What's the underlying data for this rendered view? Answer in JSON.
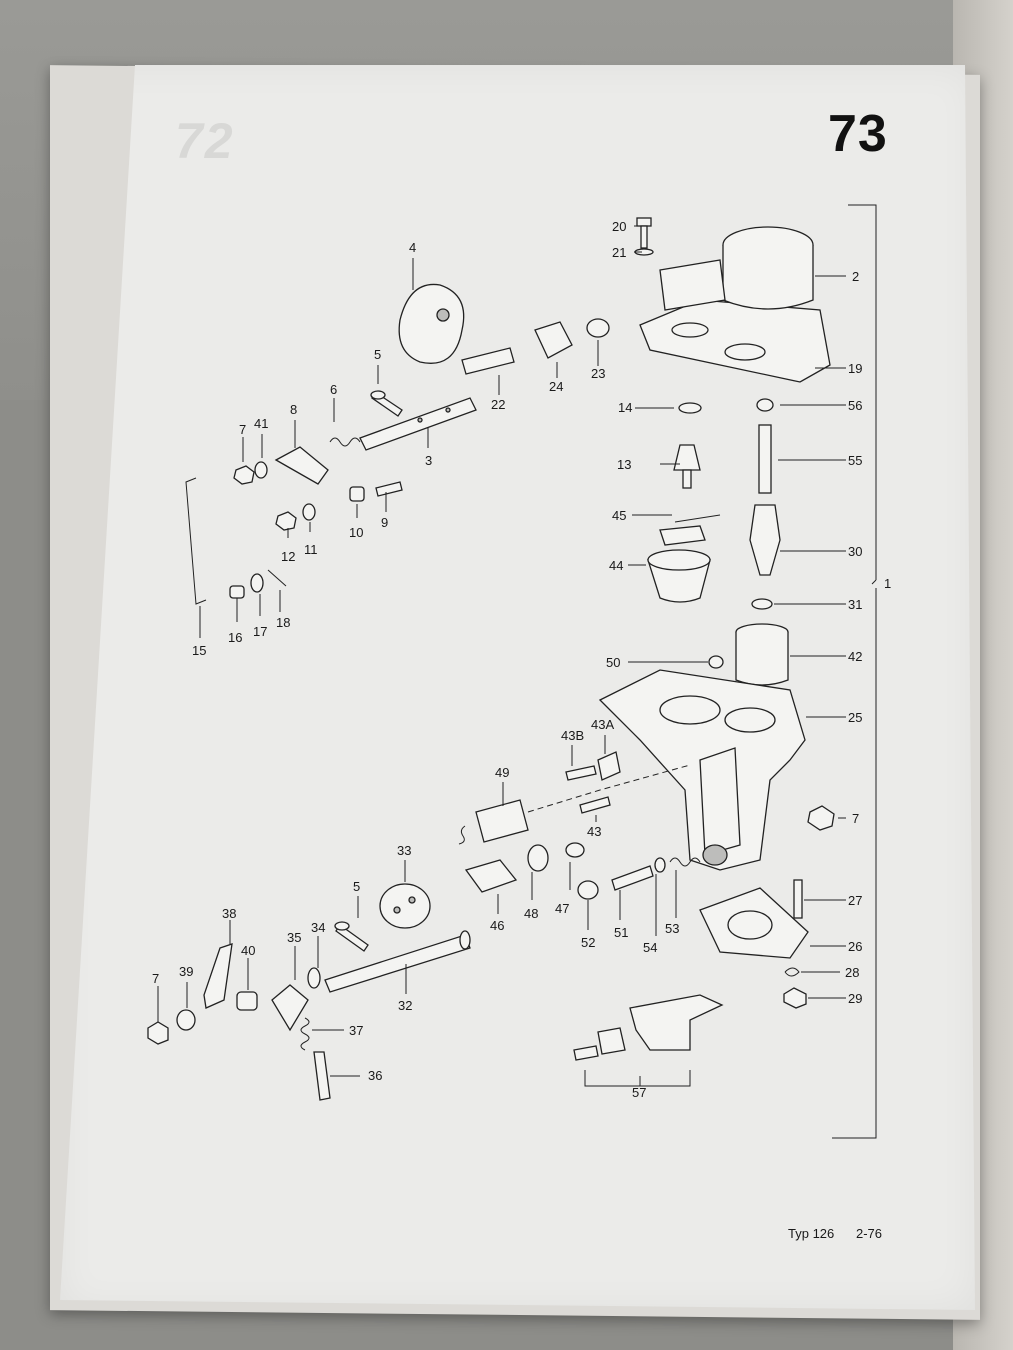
{
  "page": {
    "ghost_number": "72",
    "number": "73",
    "footer_type": "Typ 126",
    "footer_code": "2-76"
  },
  "callouts": {
    "c20": "20",
    "c21": "21",
    "c2": "2",
    "c19": "19",
    "c4": "4",
    "c5a": "5",
    "c22": "22",
    "c24": "24",
    "c23": "23",
    "c6": "6",
    "c8": "8",
    "c41": "41",
    "c7a": "7",
    "c3": "3",
    "c14": "14",
    "c56": "56",
    "c13": "13",
    "c55": "55",
    "c10": "10",
    "c9": "9",
    "c12": "12",
    "c11": "11",
    "c45": "45",
    "c44": "44",
    "c30": "30",
    "c31": "31",
    "c16": "16",
    "c17": "17",
    "c18": "18",
    "c15": "15",
    "c1": "1",
    "c50": "50",
    "c42": "42",
    "c25": "25",
    "c43B": "43B",
    "c43A": "43A",
    "c49": "49",
    "c43": "43",
    "c7b": "7",
    "c33": "33",
    "c5b": "5",
    "c46": "46",
    "c48": "48",
    "c47": "47",
    "c51": "51",
    "c52": "52",
    "c54": "54",
    "c53": "53",
    "c27": "27",
    "c38": "38",
    "c35": "35",
    "c34": "34",
    "c40": "40",
    "c32": "32",
    "c26": "26",
    "c28": "28",
    "c29": "29",
    "c7c": "7",
    "c39": "39",
    "c37": "37",
    "c36": "36",
    "c57": "57"
  }
}
